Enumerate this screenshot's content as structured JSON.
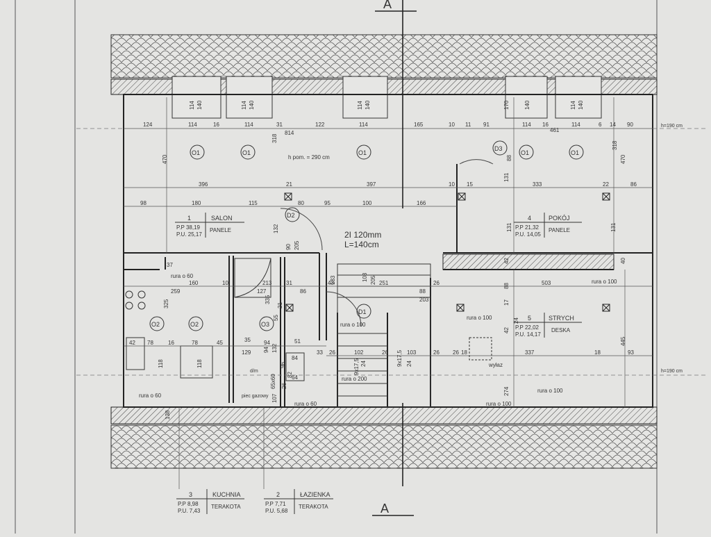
{
  "section_mark": "A",
  "ceiling_height": "h pom. = 290 cm",
  "level_marks": {
    "top": "h=190 cm",
    "bottom": "h=190 cm"
  },
  "stair_note": {
    "line1": "2I 120mm",
    "line2": "L=140cm"
  },
  "rooms": [
    {
      "num": "1",
      "name": "SALON",
      "pp": "P.P 38,19",
      "pu": "P.U. 25,17",
      "finish": "PANELE"
    },
    {
      "num": "4",
      "name": "POKÓJ",
      "pp": "P.P 21,32",
      "pu": "P.U. 14,05",
      "finish": "PANELE"
    },
    {
      "num": "5",
      "name": "STRYCH",
      "pp": "P.P 22,02",
      "pu": "P.U. 14,17",
      "finish": "DESKA"
    },
    {
      "num": "3",
      "name": "KUCHNIA",
      "pp": "P.P 8,98",
      "pu": "P.U. 7,43",
      "finish": "TERAKOTA"
    },
    {
      "num": "2",
      "name": "ŁAZIENKA",
      "pp": "P.P 7,71",
      "pu": "P.U. 5,68",
      "finish": "TERAKOTA"
    }
  ],
  "windows": [
    "O1",
    "O1",
    "O1",
    "O1",
    "O1",
    "O2",
    "O2",
    "O3"
  ],
  "doors": [
    "D2",
    "D1",
    "D3"
  ],
  "window_dims": [
    "114",
    "140",
    "114",
    "140",
    "114",
    "140",
    "170",
    "140",
    "114",
    "140"
  ],
  "dims_top": [
    "124",
    "114",
    "16",
    "114",
    "31",
    "814",
    "122",
    "114",
    "165",
    "10",
    "11",
    "91",
    "114",
    "16",
    "461",
    "114",
    "6",
    "14",
    "90"
  ],
  "dims_row2": [
    "396",
    "397",
    "10",
    "15",
    "333",
    "21",
    "22",
    "86"
  ],
  "dims_row3": [
    "98",
    "180",
    "115",
    "80",
    "95",
    "100",
    "166"
  ],
  "dims_mid": [
    "259",
    "160",
    "10",
    "127",
    "213",
    "86",
    "43",
    "251",
    "26",
    "88",
    "203",
    "503",
    "31",
    "37"
  ],
  "dims_vert": [
    "470",
    "318",
    "470",
    "318",
    "131",
    "88",
    "131",
    "131",
    "40",
    "42",
    "17",
    "88",
    "42",
    "24",
    "445",
    "274",
    "325",
    "335",
    "132",
    "90",
    "205",
    "205",
    "103",
    "183",
    "94",
    "132",
    "107",
    "138",
    "118",
    "118",
    "96",
    "26",
    "55",
    "21",
    "82"
  ],
  "dims_low": [
    "42",
    "78",
    "16",
    "78",
    "45",
    "35",
    "94",
    "51",
    "129",
    "33",
    "26",
    "102",
    "26",
    "103",
    "26",
    "26",
    "18",
    "337",
    "18",
    "93",
    "84",
    "64"
  ],
  "annotations": [
    "rura o 60",
    "rura o 100",
    "rura o 100",
    "rura o 100",
    "rura o 200",
    "rura o 60",
    "rura o 60",
    "rura o 100",
    "rura o 100",
    "wyłaz",
    "piec gazowy",
    "d/m",
    "9x17,5",
    "24",
    "24",
    "65x60",
    "9x17,5"
  ]
}
